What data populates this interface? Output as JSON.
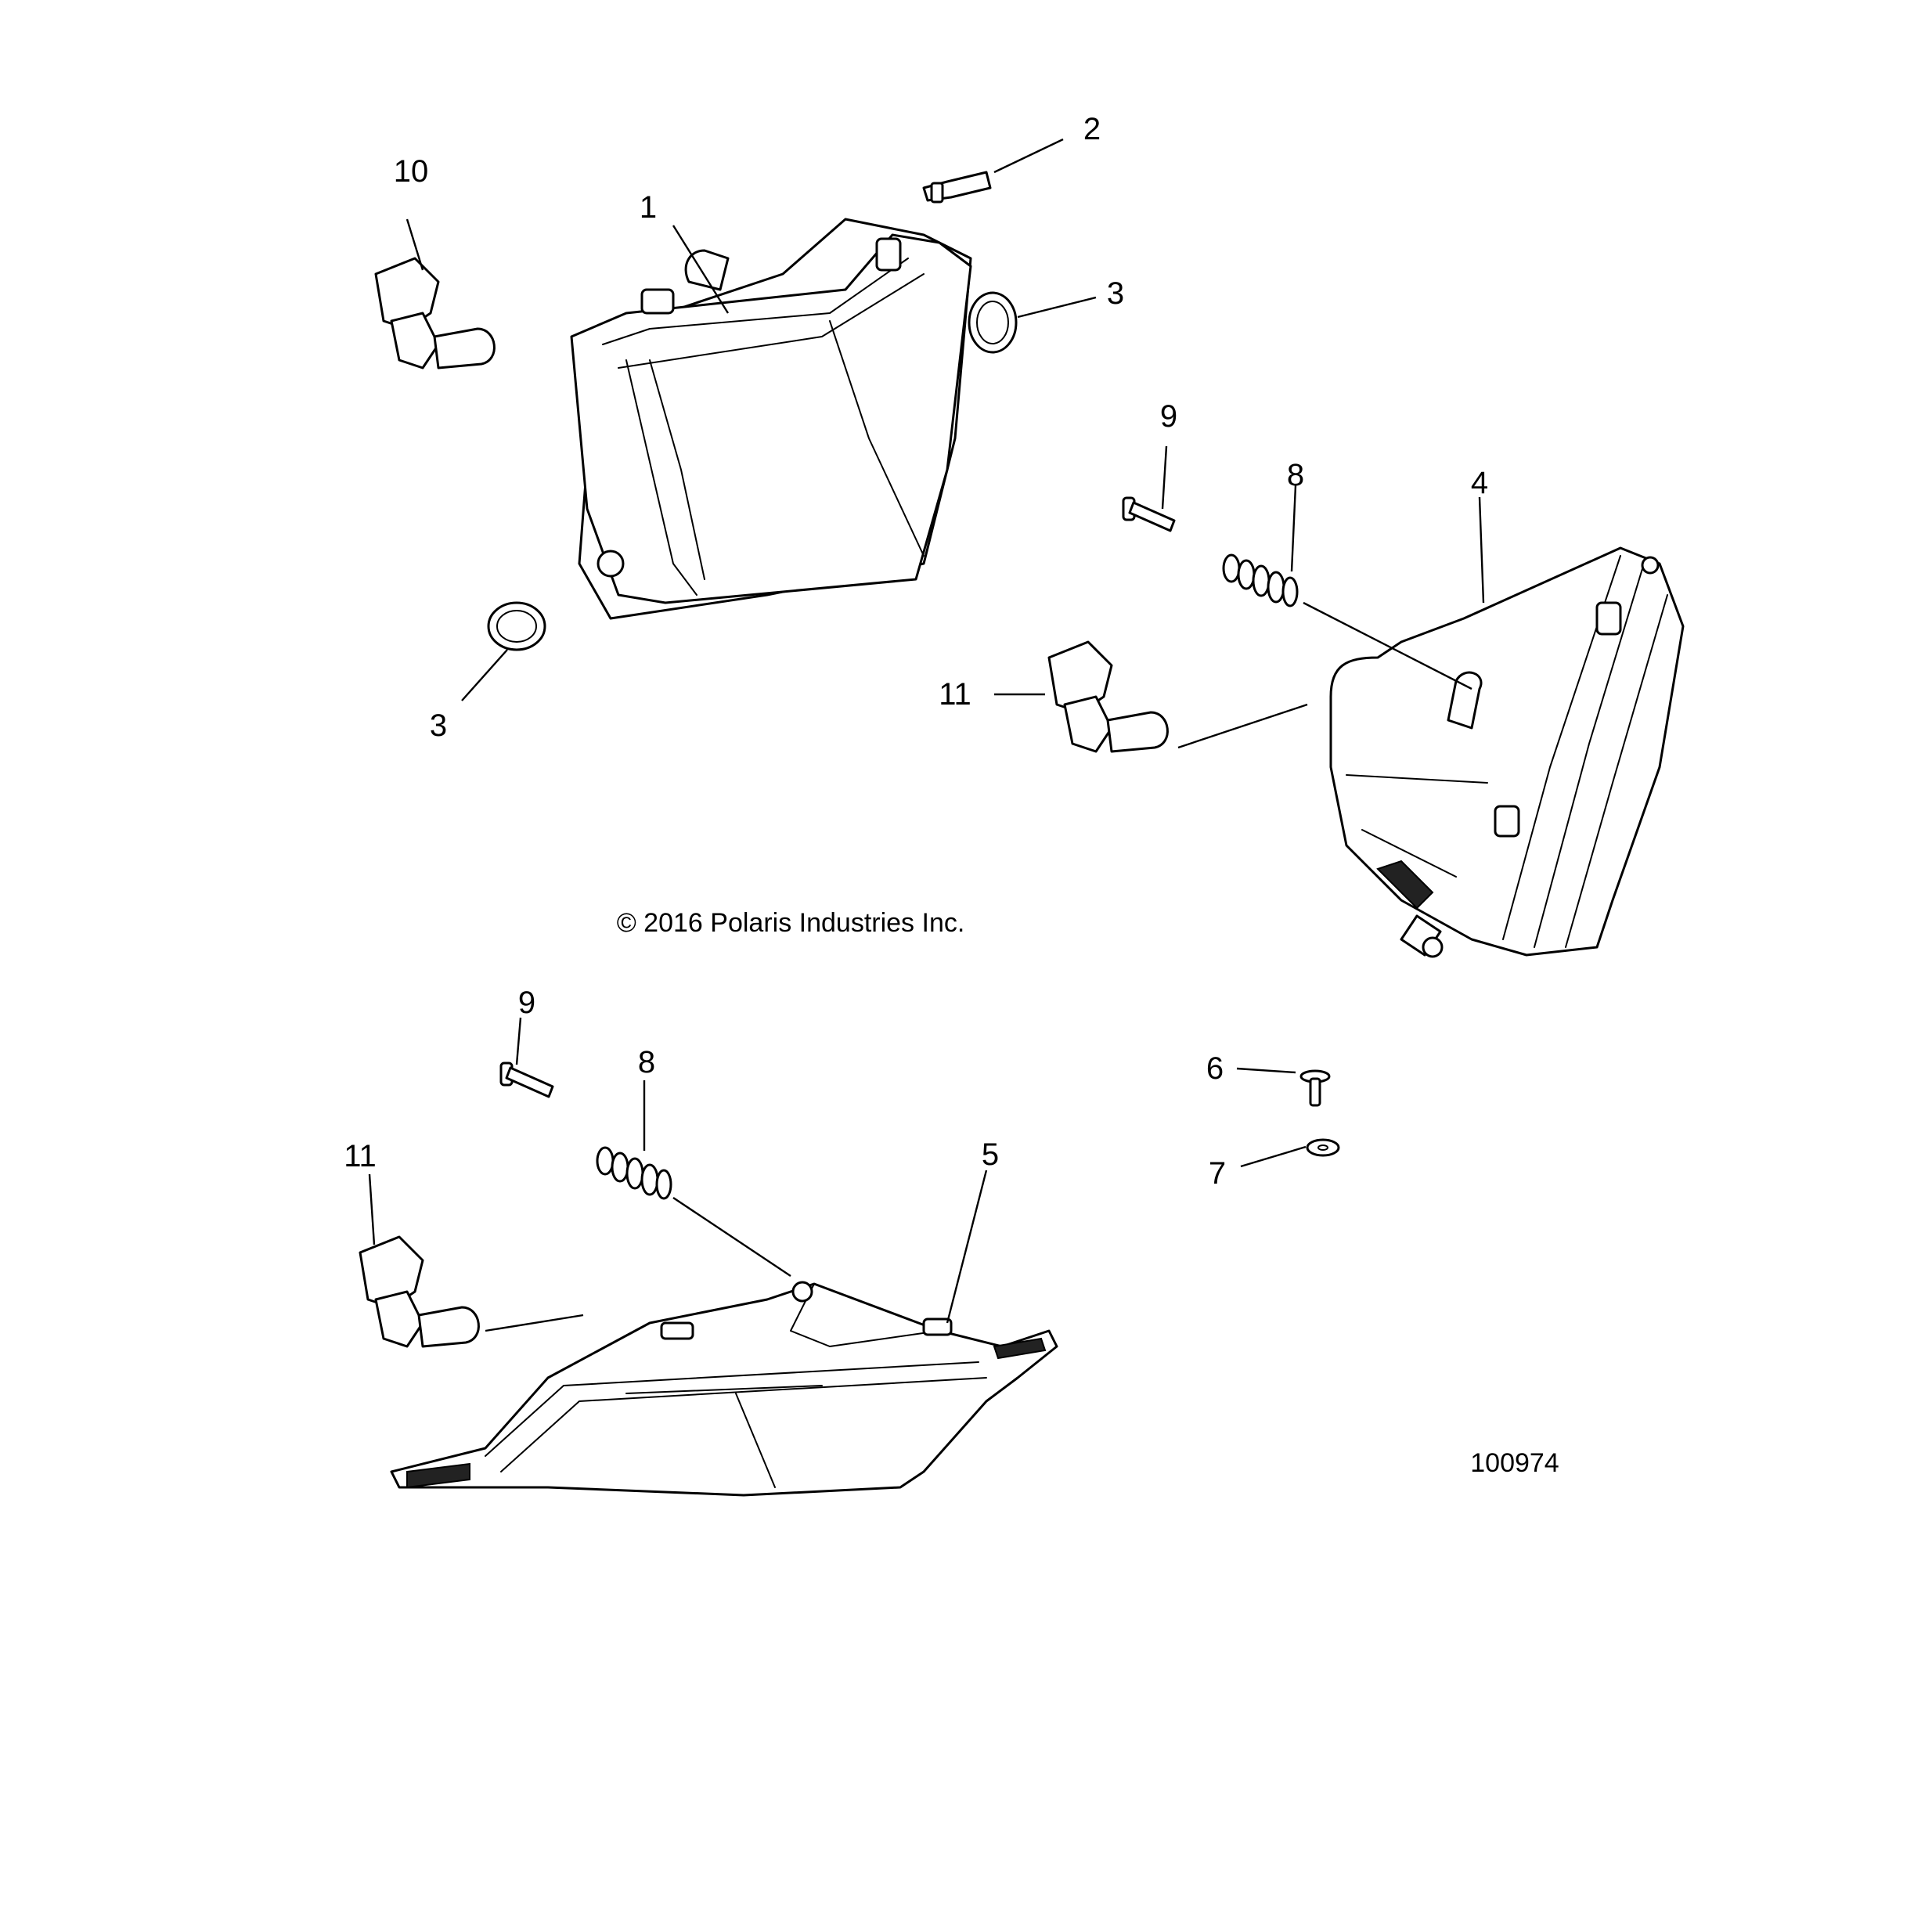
{
  "copyright": "© 2016 Polaris Industries Inc.",
  "figure_number": "100974",
  "callouts": {
    "c1": "1",
    "c2": "2",
    "c3a": "3",
    "c3b": "3",
    "c4": "4",
    "c5": "5",
    "c6": "6",
    "c7": "7",
    "c8a": "8",
    "c8b": "8",
    "c9a": "9",
    "c9b": "9",
    "c10": "10",
    "c11a": "11",
    "c11b": "11"
  }
}
